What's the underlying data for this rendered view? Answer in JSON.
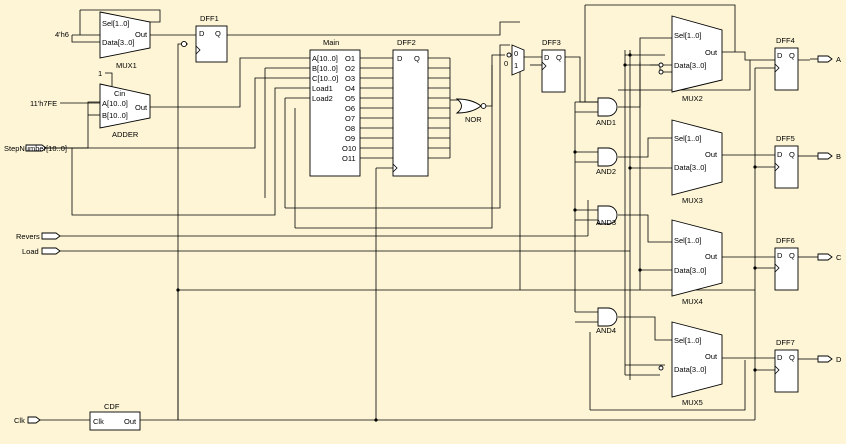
{
  "ports": {
    "mux1_const": "4'h6",
    "adder_const": "11'h7FE",
    "cin_const": "1",
    "step_number": "StepNumber[10..0]",
    "revers": "Revers",
    "load": "Load",
    "clk": "Clk",
    "out_a": "A",
    "out_b": "B",
    "out_c": "C",
    "out_d": "D",
    "mux2x1_in0": "0",
    "mux2x1_in1": "1",
    "mux2x1_sel": "0"
  },
  "mux": {
    "sel": "Sel[1..0]",
    "data": "Data[3..0]",
    "out": "Out",
    "names": [
      "MUX1",
      "MUX2",
      "MUX3",
      "MUX4",
      "MUX5"
    ]
  },
  "adder": {
    "name": "ADDER",
    "cin": "Cin",
    "a": "A[10..0]",
    "b": "B[10..0]",
    "out": "Out"
  },
  "main": {
    "name": "Main",
    "inputs": [
      "A[10..0]",
      "B[10..0]",
      "C[10..0]",
      "Load1",
      "Load2"
    ],
    "outputs": [
      "O1",
      "O2",
      "O3",
      "O4",
      "O5",
      "O6",
      "O7",
      "O8",
      "O9",
      "O10",
      "O11"
    ]
  },
  "dff": {
    "d": "D",
    "q": "Q",
    "names": [
      "DFF1",
      "DFF2",
      "DFF3",
      "DFF4",
      "DFF5",
      "DFF6",
      "DFF7"
    ]
  },
  "gates": {
    "nor": "NOR",
    "and": [
      "AND1",
      "AND2",
      "AND3",
      "AND4"
    ]
  },
  "cdf": {
    "name": "CDF",
    "clk": "Clk",
    "out": "Out"
  }
}
